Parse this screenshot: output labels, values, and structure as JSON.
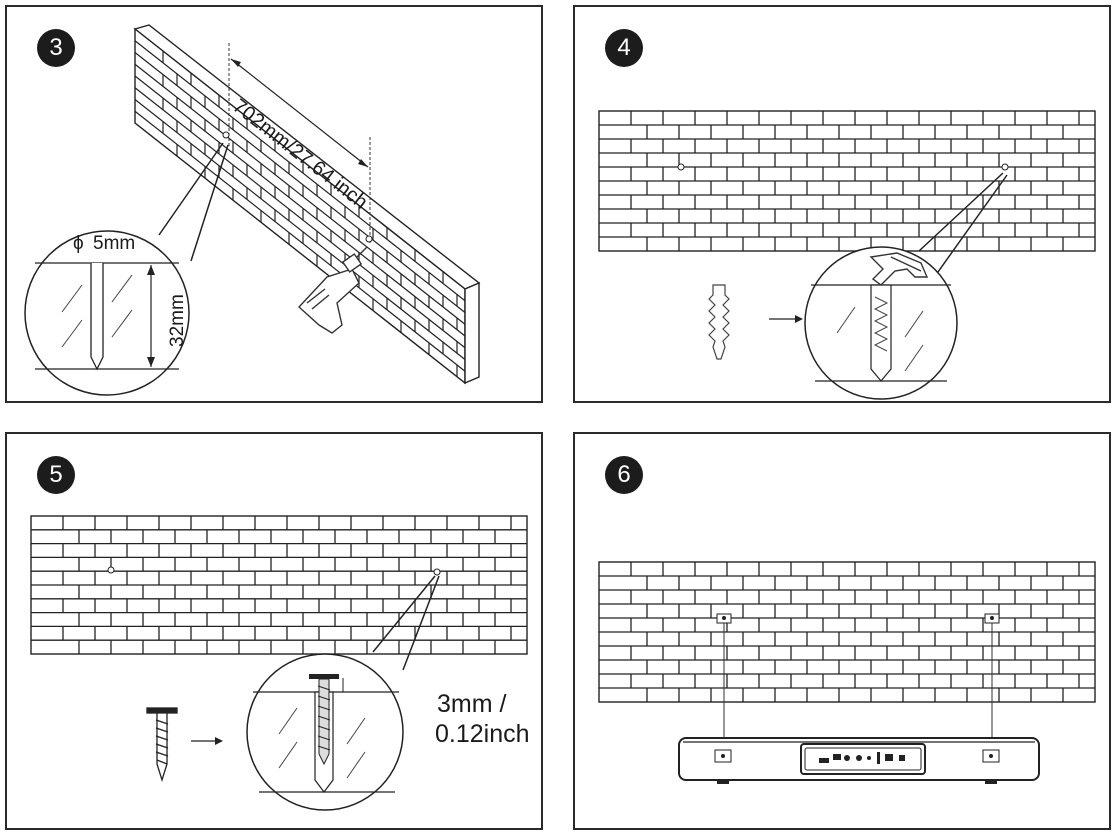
{
  "steps": [
    {
      "number": "3",
      "dimension_label": "702mm/27.64 inch",
      "hole_diameter": "5mm",
      "hole_diameter_symbol": "ϕ",
      "hole_depth": "32mm"
    },
    {
      "number": "4"
    },
    {
      "number": "5",
      "gap_line1": "3mm /",
      "gap_line2": "0.12inch"
    },
    {
      "number": "6"
    }
  ],
  "icons": [
    "drill-icon",
    "hammer-icon",
    "wall-anchor-icon",
    "screw-icon",
    "arrow-right-icon",
    "device-hub-icon"
  ]
}
